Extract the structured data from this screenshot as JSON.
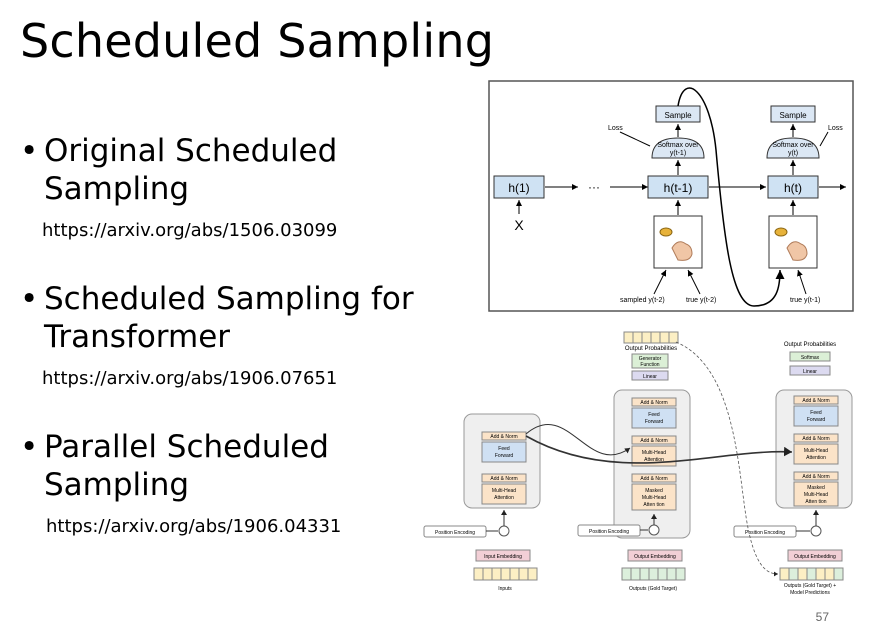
{
  "title": "Scheduled Sampling",
  "bullets": [
    {
      "line1": "Original Scheduled",
      "line2": "Sampling",
      "link": "https://arxiv.org/abs/1506.03099"
    },
    {
      "line1": "Scheduled Sampling for",
      "line2": "Transformer",
      "link": "https://arxiv.org/abs/1906.07651"
    },
    {
      "line1": "Parallel Scheduled",
      "line2": "Sampling",
      "link": "https://arxiv.org/abs/1906.04331"
    }
  ],
  "bullet_glyph": "•",
  "page_number": "57",
  "figure1": {
    "h1": "h(1)",
    "ht_1": "h(t-1)",
    "ht": "h(t)",
    "x": "X",
    "dots": "···",
    "sample": "Sample",
    "softmax_a_l1": "Softmax over",
    "softmax_a_l2": "y(t-1)",
    "softmax_b_l1": "Softmax over",
    "softmax_b_l2": "y(t)",
    "loss": "Loss",
    "sampled_label": "sampled y(t-2)",
    "true_label_a": "true y(t-2)",
    "true_label_b": "true y(t-1)"
  },
  "figure2": {
    "output_probabilities": "Output Probabilities",
    "generator_l1": "Generator",
    "generator_l2": "Function",
    "linear": "Linear",
    "softmax": "Softmax",
    "add_norm": "Add & Norm",
    "feed_l1": "Feed",
    "feed_l2": "Forward",
    "mha_l1": "Multi-Head",
    "mha_l2": "Attention",
    "masked_l1": "Masked",
    "masked_l2": "Multi-Head",
    "masked_l3": "Atten tion",
    "position_encoding": "Position Encoding",
    "input_embedding": "Input Embedding",
    "output_embedding": "Output Embedding",
    "inputs": "Inputs",
    "outputs_gold": "Outputs (Gold Target)",
    "outputs_gold_mix_l1": "Outputs (Gold Target) +",
    "outputs_gold_mix_l2": "Model Predictions"
  },
  "colors": {
    "rnn_box": "#cfe2f3",
    "sample_box": "#dbe7f4",
    "embed_box": "#f2cfd6",
    "ffn_box": "#cfe0f3",
    "attn_box": "#fbe3c8",
    "linear_box": "#dcdaf0",
    "gen_box": "#dbefd6",
    "token_yellow": "#fcefc4",
    "token_green": "#dcefdc",
    "block_bg": "#efefef"
  }
}
